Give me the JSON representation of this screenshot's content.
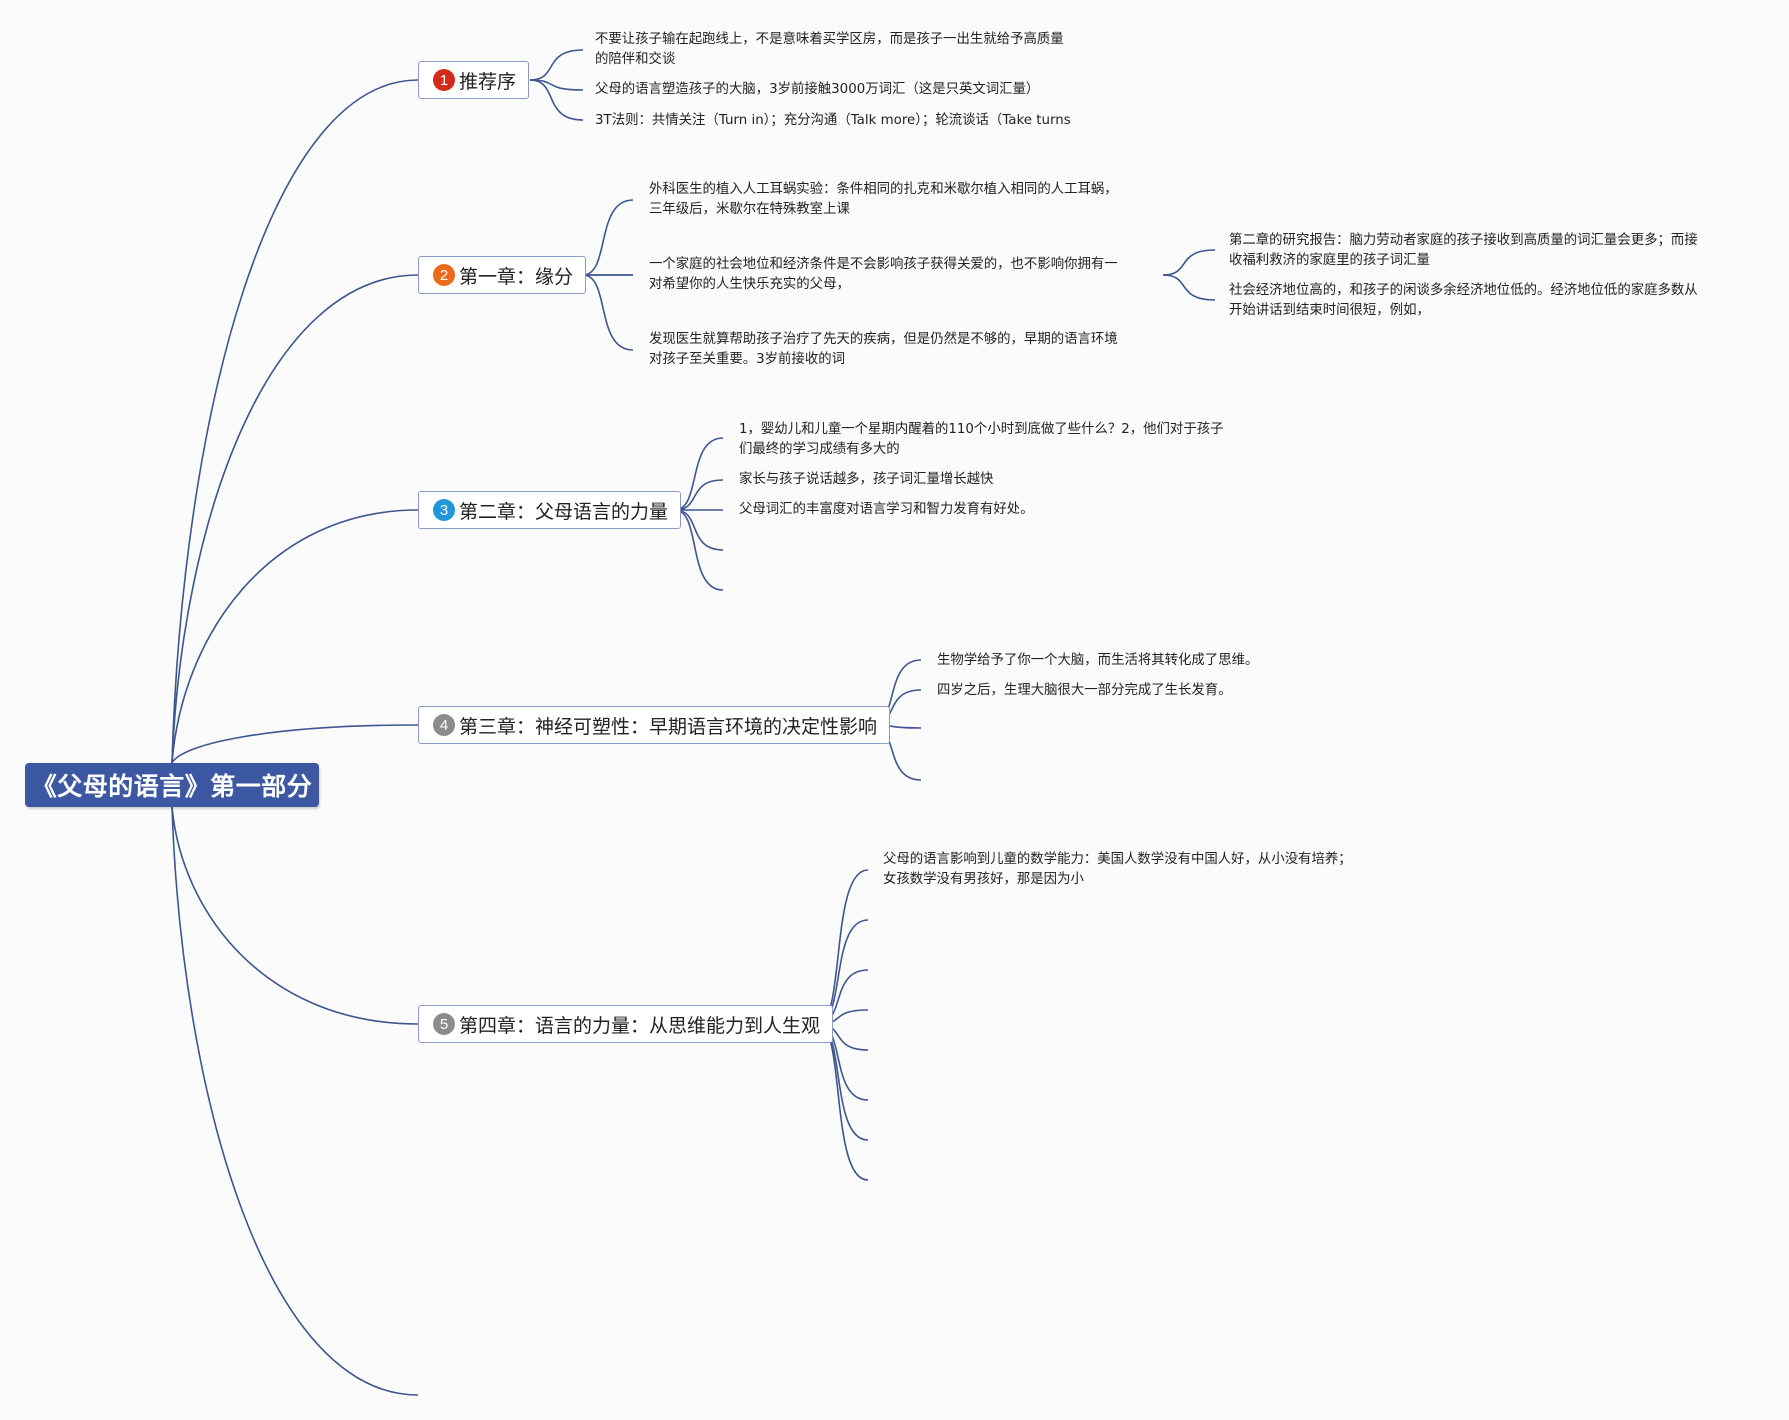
{
  "root": {
    "title": "《父母的语言》第一部分"
  },
  "colors": {
    "root_fill": "#3d58a3",
    "connector": "#3d5590",
    "branch_border": "#8a9bc4",
    "marker_1": "#d42a1c",
    "marker_2": "#ea6a1a",
    "marker_3": "#2196d9",
    "marker_4": "#8c8c8c",
    "marker_5": "#8c8c8c"
  },
  "branches": [
    {
      "marker": "1",
      "marker_icon": "priority-1-icon",
      "label": "推荐序",
      "leaves": [
        {
          "lines": [
            "不要让孩子输在起跑线上，不是意味着买学区房，而是孩子一出生就给予高质量",
            "的陪伴和交谈"
          ]
        },
        {
          "lines": [
            "父母的语言塑造孩子的大脑，3岁前接触3000万词汇（这是只英文词汇量）"
          ]
        },
        {
          "lines": [
            "3T法则：共情关注（Turn in）；充分沟通（Talk more）；轮流谈话（Take turns"
          ]
        }
      ]
    },
    {
      "marker": "2",
      "marker_icon": "priority-2-icon",
      "label": "第一章：缘分",
      "leaves": [
        {
          "lines": [
            "外科医生的植入人工耳蜗实验：条件相同的扎克和米歇尔植入相同的人工耳蜗，",
            "三年级后，米歇尔在特殊教室上课"
          ]
        },
        {
          "lines": [
            "一个家庭的社会地位和经济条件是不会影响孩子获得关爱的，也不影响你拥有一",
            "对希望你的人生快乐充实的父母，"
          ],
          "children": [
            {
              "lines": [
                "第二章的研究报告：脑力劳动者家庭的孩子接收到高质量的词汇量会更多；而接",
                "收福利救济的家庭里的孩子词汇量"
              ]
            },
            {
              "lines": [
                "社会经济地位高的，和孩子的闲谈多余经济地位低的。经济地位低的家庭多数从",
                "开始讲话到结束时间很短，例如，"
              ]
            }
          ]
        },
        {
          "lines": [
            "发现医生就算帮助孩子治疗了先天的疾病，但是仍然是不够的，早期的语言环境",
            "对孩子至关重要。3岁前接收的词"
          ]
        }
      ]
    },
    {
      "marker": "3",
      "marker_icon": "priority-3-icon",
      "label": "第二章：父母语言的力量",
      "leaves": [
        {
          "lines": [
            "1，婴幼儿和儿童一个星期内醒着的110个小时到底做了些什么？2，他们对于孩子",
            "们最终的学习成绩有多大的"
          ]
        },
        {
          "lines": [
            "家长与孩子说话越多，孩子词汇量增长越快"
          ]
        },
        {
          "lines": [
            "父母词汇的丰富度对语言学习和智力发育有好处。"
          ]
        }
      ]
    },
    {
      "marker": "4",
      "marker_icon": "priority-4-icon",
      "label": "第三章：神经可塑性：早期语言环境的决定性影响",
      "leaves": [
        {
          "lines": [
            "生物学给予了你一个大脑，而生活将其转化成了思维。"
          ]
        },
        {
          "lines": [
            "四岁之后，生理大脑很大一部分完成了生长发育。"
          ]
        }
      ]
    },
    {
      "marker": "5",
      "marker_icon": "priority-5-icon",
      "label": "第四章：语言的力量：从思维能力到人生观",
      "leaves": [
        {
          "lines": [
            "父母的语言影响到儿童的数学能力：美国人数学没有中国人好，从小没有培养；",
            "女孩数学没有男孩好，那是因为小"
          ]
        }
      ]
    }
  ]
}
